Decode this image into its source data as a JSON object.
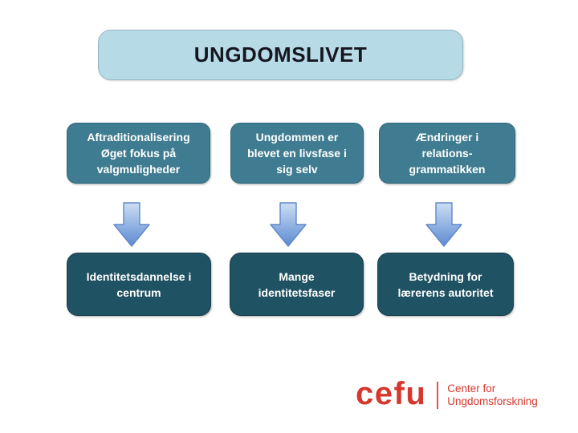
{
  "title": "UNGDOMSLIVET",
  "columns": [
    {
      "top_lines": [
        "Aftraditionalisering",
        "Øget fokus på",
        "valgmuligheder"
      ],
      "bottom_lines": [
        "Identitetsdannelse i",
        "centrum"
      ]
    },
    {
      "top_lines": [
        "Ungdommen er",
        "blevet en livsfase i",
        "sig selv"
      ],
      "bottom_lines": [
        "Mange",
        "identitetsfaser"
      ]
    },
    {
      "top_lines": [
        "Ændringer i",
        "relations-",
        "grammatikken"
      ],
      "bottom_lines": [
        "Betydning for",
        "lærerens autoritet"
      ]
    }
  ],
  "logo": {
    "brand": "cefu",
    "tagline_lines": [
      "Center for",
      "Ungdomsforskning"
    ]
  },
  "colors": {
    "background": "#ffffff",
    "title_fill": "#b6dbe7",
    "title_border": "#97b7c2",
    "title_text": "#16161f",
    "top_box_fill": "#3f7c91",
    "bottom_box_fill": "#1f5263",
    "box_text": "#ffffff",
    "arrow_top": "#cddef4",
    "arrow_bottom": "#5b8ad2",
    "arrow_border": "#5f88c9",
    "logo_red": "#d6382e"
  }
}
